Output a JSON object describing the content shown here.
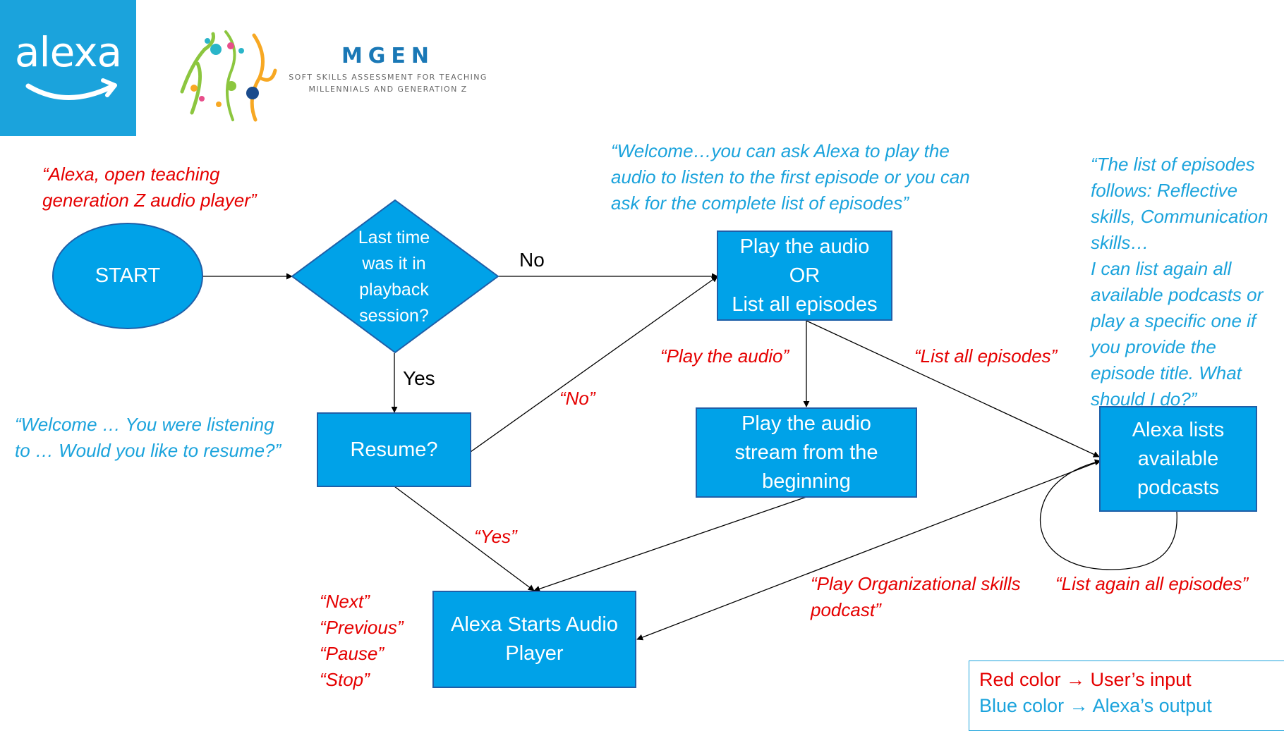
{
  "header": {
    "alexa_logo_text": "alexa",
    "mgen_title": "MGEN",
    "mgen_subtitle": "SOFT SKILLS ASSESSMENT FOR\nTEACHING MILLENNIALS AND\nGENERATION Z"
  },
  "nodes": {
    "start": "START",
    "decision": "Last time\nwas it in\nplayback\nsession?",
    "play_or_list": "Play the audio\nOR\nList all episodes",
    "resume": "Resume?",
    "play_stream": "Play the audio\nstream from the\nbeginning",
    "alexa_lists": "Alexa lists\navailable\npodcasts",
    "audio_player": "Alexa Starts Audio\nPlayer"
  },
  "edge_labels": {
    "no": "No",
    "yes": "Yes"
  },
  "user_inputs": {
    "open_skill": "“Alexa, open teaching\ngeneration Z audio player”",
    "no_quote": "“No”",
    "yes_quote": "“Yes”",
    "play_the_audio": "“Play the audio”",
    "list_all_episodes": "“List all episodes”",
    "play_org_skills": "“Play Organizational skills\npodcast”",
    "list_again": "“List again all episodes”",
    "player_commands": "“Next”\n“Previous”\n“Pause”\n“Stop”"
  },
  "alexa_outputs": {
    "welcome_first": "“Welcome…you can ask Alexa to play the\naudio to listen to the first episode or you can\nask for the complete list of episodes”",
    "welcome_resume": "“Welcome … You were listening\nto … Would you like to resume?”",
    "episode_list": "“The list of episodes\nfollows: Reflective\nskills, Communication\nskills…\nI can list again all\navailable podcasts or\nplay a specific one if\nyou provide the\nepisode title. What\nshould I do?”"
  },
  "legend": {
    "red": "Red color → User’s input",
    "blue": "Blue color → Alexa’s output"
  },
  "colors": {
    "node_fill": "#00a2e8",
    "node_border": "#1f5fa8",
    "user_input": "#e50000",
    "alexa_output": "#1ba3dc"
  }
}
